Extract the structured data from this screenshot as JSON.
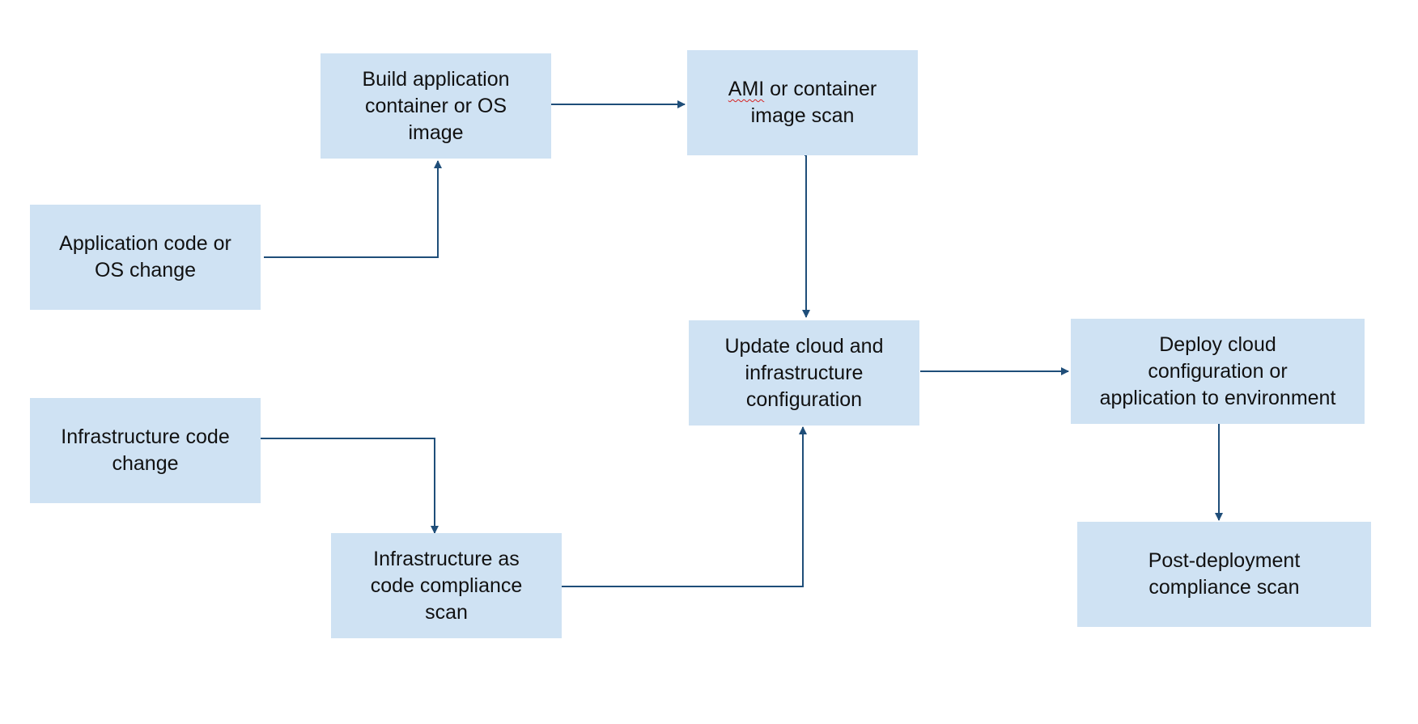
{
  "diagram": {
    "nodes": {
      "build_image": "Build application\ncontainer or OS\nimage",
      "image_scan_word": "AMI",
      "image_scan_rest": " or container\nimage scan",
      "app_change": "Application code or\nOS change",
      "update_config": "Update cloud and\ninfrastructure\nconfiguration",
      "deploy": "Deploy cloud\nconfiguration or\napplication to environment",
      "infra_change": "Infrastructure code\nchange",
      "iac_scan": "Infrastructure as\ncode compliance\nscan",
      "post_scan": "Post-deployment\ncompliance scan"
    },
    "edges": [
      {
        "from": "app_change",
        "to": "build_image"
      },
      {
        "from": "build_image",
        "to": "image_scan"
      },
      {
        "from": "image_scan",
        "to": "update_config"
      },
      {
        "from": "infra_change",
        "to": "iac_scan"
      },
      {
        "from": "iac_scan",
        "to": "update_config"
      },
      {
        "from": "update_config",
        "to": "deploy"
      },
      {
        "from": "deploy",
        "to": "post_scan"
      }
    ]
  },
  "colors": {
    "box_fill": "#cfe2f3",
    "connector": "#1f4e79",
    "text": "#111111",
    "spellcheck_underline": "#d62222"
  }
}
